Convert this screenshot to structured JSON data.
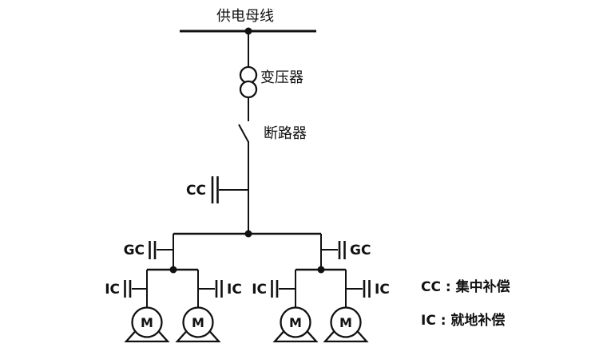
{
  "diagram": {
    "title": "供电母线",
    "components": {
      "transformer": "变压器",
      "breaker": "断路器"
    },
    "labels": {
      "cc": "CC",
      "gc": "GC",
      "ic": "IC",
      "motor": "M"
    },
    "legend": {
      "cc_line": "CC : 集中补偿",
      "ic_line": "IC : 就地补偿"
    },
    "colors": {
      "line": "#111111",
      "background": "#ffffff"
    }
  }
}
